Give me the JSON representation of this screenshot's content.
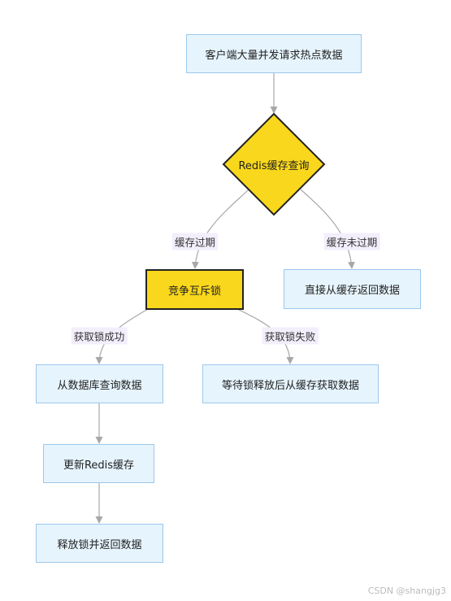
{
  "nodes": {
    "client_request": "客户端大量并发请求热点数据",
    "redis_query": "Redis缓存查询",
    "compete_lock": "竞争互斥锁",
    "return_cache": "直接从缓存返回数据",
    "query_db": "从数据库查询数据",
    "wait_retry": "等待锁释放后从缓存获取数据",
    "update_redis": "更新Redis缓存",
    "release_lock": "释放锁并返回数据"
  },
  "edge_labels": {
    "expired": "缓存过期",
    "not_expired": "缓存未过期",
    "lock_success": "获取锁成功",
    "lock_failed": "获取锁失败"
  },
  "watermark": "CSDN @shangjg3",
  "colors": {
    "process_fill": "#e6f4fd",
    "process_border": "#9cc8ec",
    "highlight_fill": "#f9d71c",
    "edge": "#a8a8a8",
    "edge_label_bg": "#f3eefc"
  }
}
